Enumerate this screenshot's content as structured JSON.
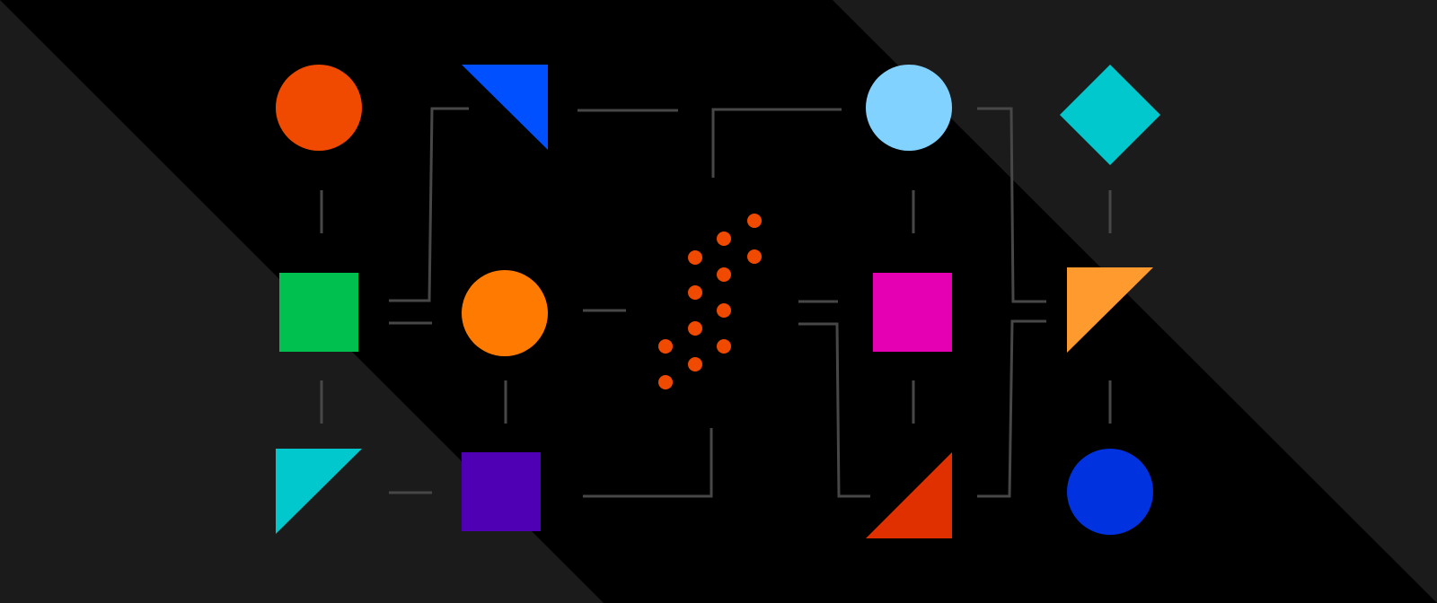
{
  "colors": {
    "background": "#000000",
    "panel": "#1b1b1b",
    "connector": "#474747",
    "dot": "#f04a00"
  },
  "nodes": [
    {
      "id": "n1",
      "shape": "circle",
      "color": "#f04a00"
    },
    {
      "id": "n2",
      "shape": "triangle",
      "color": "#0050ff"
    },
    {
      "id": "n3",
      "shape": "circle",
      "color": "#82d2ff"
    },
    {
      "id": "n4",
      "shape": "diamond",
      "color": "#00c8cc"
    },
    {
      "id": "n5",
      "shape": "square",
      "color": "#00c050"
    },
    {
      "id": "n6",
      "shape": "circle",
      "color": "#ff7a00"
    },
    {
      "id": "n7",
      "shape": "square",
      "color": "#e600b4"
    },
    {
      "id": "n8",
      "shape": "triangle",
      "color": "#ff9a2e"
    },
    {
      "id": "n9",
      "shape": "triangle",
      "color": "#00c8cc"
    },
    {
      "id": "n10",
      "shape": "square",
      "color": "#5000b4"
    },
    {
      "id": "n11",
      "shape": "triangle",
      "color": "#e03000"
    },
    {
      "id": "n12",
      "shape": "circle",
      "color": "#0032e0"
    }
  ]
}
